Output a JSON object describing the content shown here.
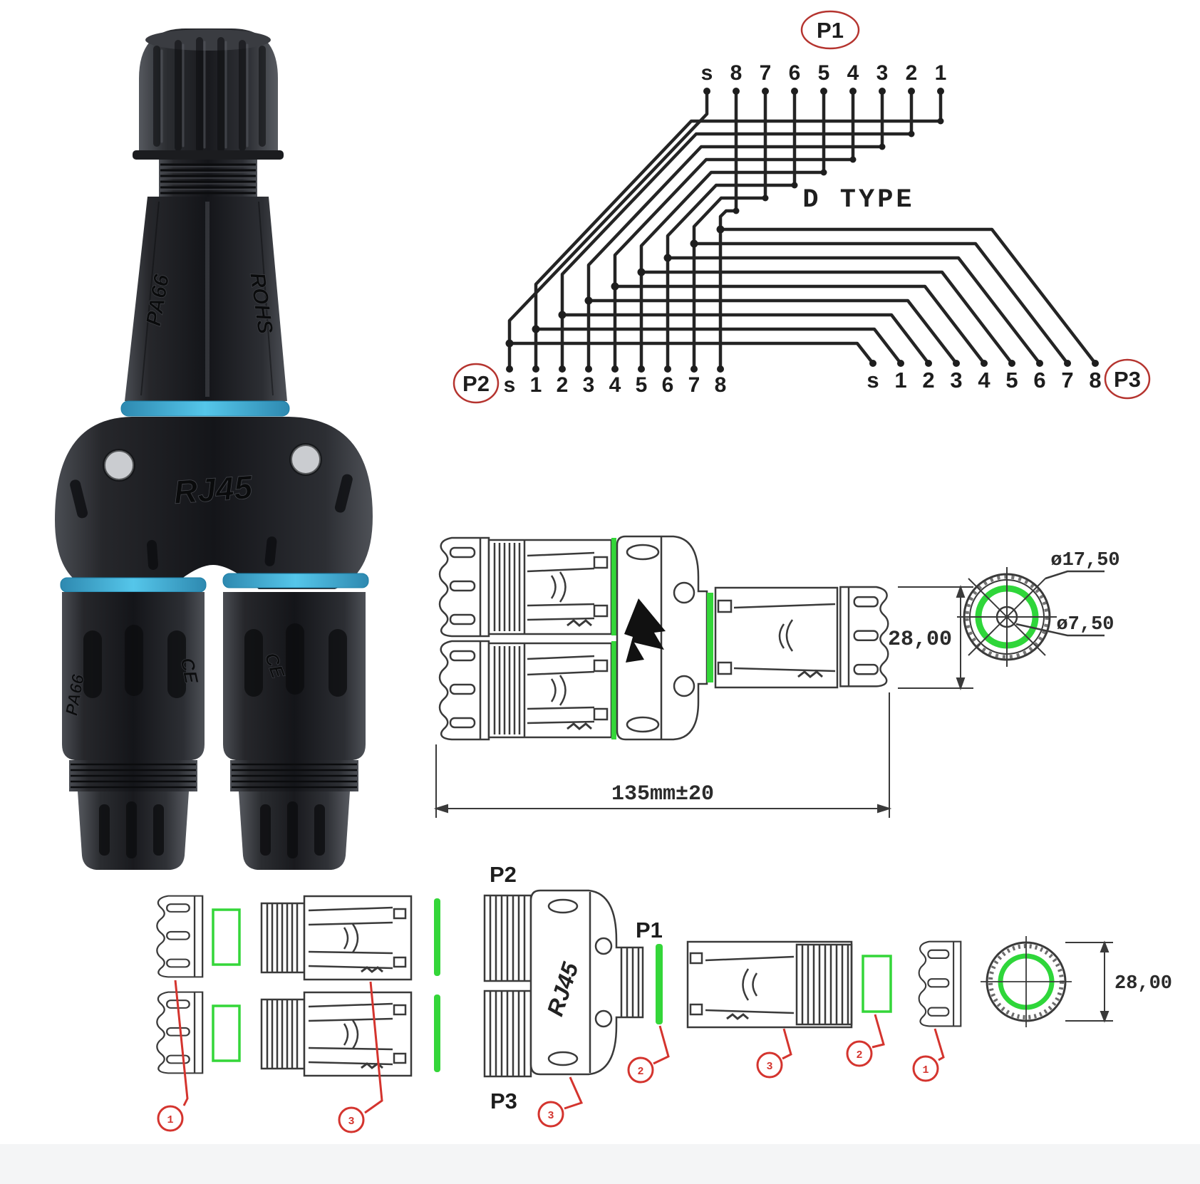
{
  "wiring": {
    "p1_label": "P1",
    "p2_label": "P2",
    "p3_label": "P3",
    "type_label": "D TYPE",
    "p1_pins": [
      "s",
      "8",
      "7",
      "6",
      "5",
      "4",
      "3",
      "2",
      "1"
    ],
    "p2_pins": [
      "s",
      "1",
      "2",
      "3",
      "4",
      "5",
      "6",
      "7",
      "8"
    ],
    "p3_pins": [
      "s",
      "1",
      "2",
      "3",
      "4",
      "5",
      "6",
      "7",
      "8"
    ]
  },
  "photo": {
    "rj45": "RJ45",
    "pa66": "PA66",
    "rohs": "ROHS",
    "branch_pa66": "PA66",
    "ce_left": "CE",
    "ce_right": "CE"
  },
  "side_view": {
    "height_dim": "28,00",
    "length_dim": "135mm±20",
    "outer_dia": "ø17,50",
    "inner_dia": "ø7,50"
  },
  "exploded": {
    "p1": "P1",
    "p2": "P2",
    "p3": "P3",
    "end_dim": "28,00",
    "callouts": [
      "1",
      "3",
      "3",
      "2",
      "3",
      "2",
      "1"
    ]
  },
  "colors": {
    "seal_green": "#34d639",
    "callout_red": "#d4342e",
    "ring_blue": "#45bce4",
    "line_dark": "#3a3a3a"
  }
}
